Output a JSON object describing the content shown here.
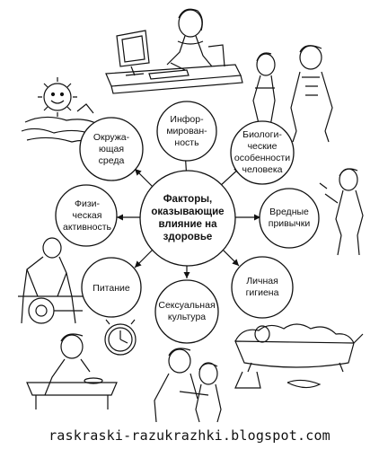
{
  "diagram": {
    "center": "Факторы,\nоказывающие\nвлияние на\nздоровье",
    "nodes": {
      "informed": "Инфор-\nмирован-\nность",
      "biological": "Биологи-\nческие\nособенности\nчеловека",
      "habits": "Вредные\nпривычки",
      "hygiene": "Личная\nгигиена",
      "sexual": "Сексуальная\nкультура",
      "nutrition": "Питание",
      "physical": "Физи-\nческая\nактивность",
      "environment": "Окружа-\nющая\nсреда"
    }
  },
  "footer": "raskraski-razukrazhki.blogspot.com"
}
